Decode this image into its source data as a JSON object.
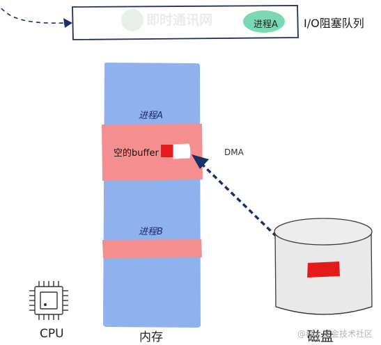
{
  "queue_label": "I/O阻塞队列",
  "queue_process_label": "进程A",
  "memory": {
    "process_a_label": "进程A",
    "process_b_label": "进程B",
    "buffer_label": "空的buffer",
    "label": "内存"
  },
  "dma_label": "DMA",
  "cpu_label": "CPU",
  "disk_label": "磁盘",
  "watermarks": {
    "top": "即时通讯网",
    "bottom": "@稀土掘金技术社区"
  },
  "colors": {
    "memory_blue": "#8fb2ef",
    "process_pink": "#f58f8f",
    "data_red": "#e41b1b",
    "arrow_navy": "#1b2f66",
    "process_a_badge": "#7ad9b3",
    "disk_gray": "#e9e9e9"
  },
  "icons": [
    "cpu-chip-icon",
    "dashed-arrow",
    "dma-arrow"
  ]
}
